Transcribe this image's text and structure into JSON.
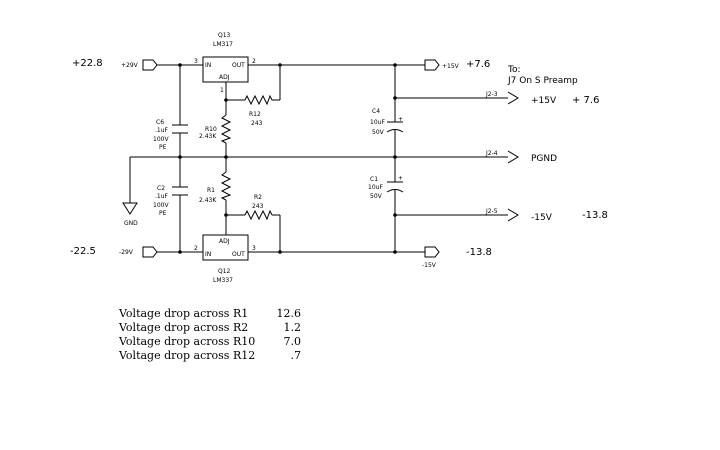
{
  "annotations": {
    "vin_pos": "+22.8",
    "vin_neg": "-22.5",
    "vout_pos": "+7.6",
    "vout_pos_j2": "+ 7.6",
    "vout_neg": "-13.8",
    "vout_neg_j2": "-13.8"
  },
  "labels": {
    "in_pos": "+29V",
    "in_neg": "-29V",
    "out_pos": "+15V",
    "out_neg": "-15V",
    "gnd": "GND",
    "to_line1": "To:",
    "to_line2": "J7 On S Preamp",
    "j2_3": "J2-3",
    "j2_4": "J2-4",
    "j2_5": "J2-5",
    "net_p15": "+15V",
    "net_pgnd": "PGND",
    "net_m15": "-15V"
  },
  "components": {
    "q13": {
      "ref": "Q13",
      "part": "LM317",
      "in": "IN",
      "out": "OUT",
      "adj": "ADJ",
      "pin_in": "3",
      "pin_out": "2",
      "pin_adj": "1"
    },
    "q12": {
      "ref": "Q12",
      "part": "LM337",
      "in": "IN",
      "out": "OUT",
      "adj": "ADJ",
      "pin_in": "2",
      "pin_out": "3"
    },
    "r12": {
      "ref": "R12",
      "value": "243"
    },
    "r10": {
      "ref": "R10",
      "value": "2.43K"
    },
    "r1": {
      "ref": "R1",
      "value": "2.43K"
    },
    "r2": {
      "ref": "R2",
      "value": "243"
    },
    "c6": {
      "ref": "C6",
      "value": ".1uF",
      "rating": "100V",
      "type": "PE"
    },
    "c2": {
      "ref": "C2",
      "value": ".1uF",
      "rating": "100V",
      "type": "PE"
    },
    "c4": {
      "ref": "C4",
      "value": "10uF",
      "rating": "50V",
      "polarity": "+"
    },
    "c1": {
      "ref": "C1",
      "value": "10uF",
      "rating": "50V",
      "polarity": "+"
    }
  },
  "voltage_drops": [
    {
      "label": "Voltage drop across R1",
      "value": "12.6"
    },
    {
      "label": "Voltage drop across R2",
      "value": "1.2"
    },
    {
      "label": "Voltage drop across R10",
      "value": "7.0"
    },
    {
      "label": "Voltage drop across R12",
      "value": ".7"
    }
  ]
}
